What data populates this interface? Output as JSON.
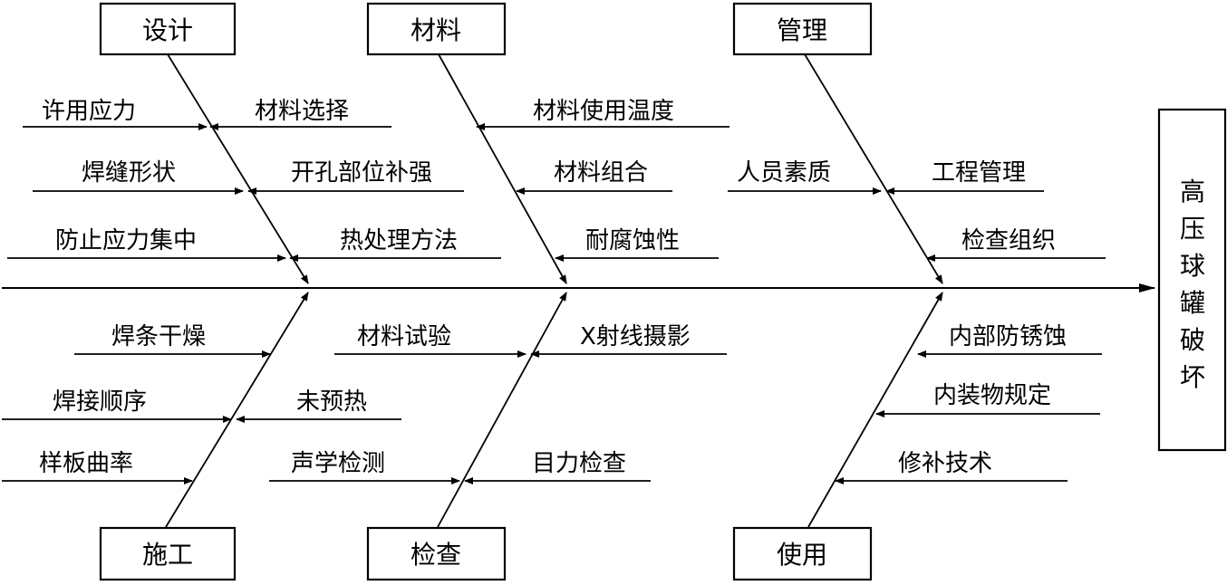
{
  "effect": {
    "label": "高压球罐破坏",
    "chars": [
      "高",
      "压",
      "球",
      "罐",
      "破",
      "坏"
    ]
  },
  "categories": [
    {
      "id": "design",
      "label": "设计",
      "causes": [
        "许用应力",
        "材料选择",
        "焊缝形状",
        "开孔部位补强",
        "防止应力集中",
        "热处理方法"
      ]
    },
    {
      "id": "material",
      "label": "材料",
      "causes": [
        "材料使用温度",
        "材料组合",
        "耐腐蚀性"
      ]
    },
    {
      "id": "management",
      "label": "管理",
      "causes": [
        "人员素质",
        "工程管理",
        "检查组织"
      ]
    },
    {
      "id": "construction",
      "label": "施工",
      "causes": [
        "焊条干燥",
        "焊接顺序",
        "未预热",
        "样板曲率"
      ]
    },
    {
      "id": "inspection",
      "label": "检查",
      "causes": [
        "材料试验",
        "X射线摄影",
        "声学检测",
        "目力检查"
      ]
    },
    {
      "id": "usage",
      "label": "使用",
      "causes": [
        "内部防锈蚀",
        "内装物规定",
        "修补技术"
      ]
    }
  ]
}
